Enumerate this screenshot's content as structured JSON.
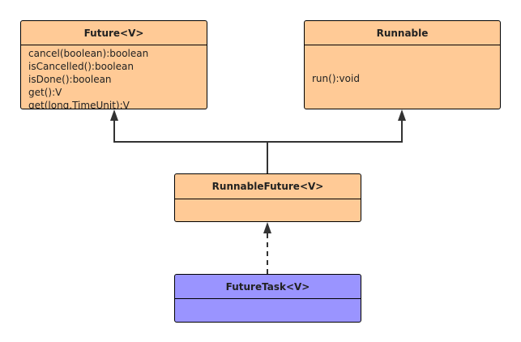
{
  "colors": {
    "interface_fill": "#ffca96",
    "class_fill": "#9a94ff",
    "border": "#000000",
    "line": "#333333"
  },
  "future": {
    "title": "Future<V>",
    "methods": [
      "cancel(boolean):boolean",
      "isCancelled():boolean",
      "isDone():boolean",
      "get():V",
      "get(long,TimeUnit):V"
    ]
  },
  "runnable": {
    "title": "Runnable",
    "methods": [
      "run():void"
    ]
  },
  "runnable_future": {
    "title": "RunnableFuture<V>"
  },
  "future_task": {
    "title": "FutureTask<V>"
  }
}
